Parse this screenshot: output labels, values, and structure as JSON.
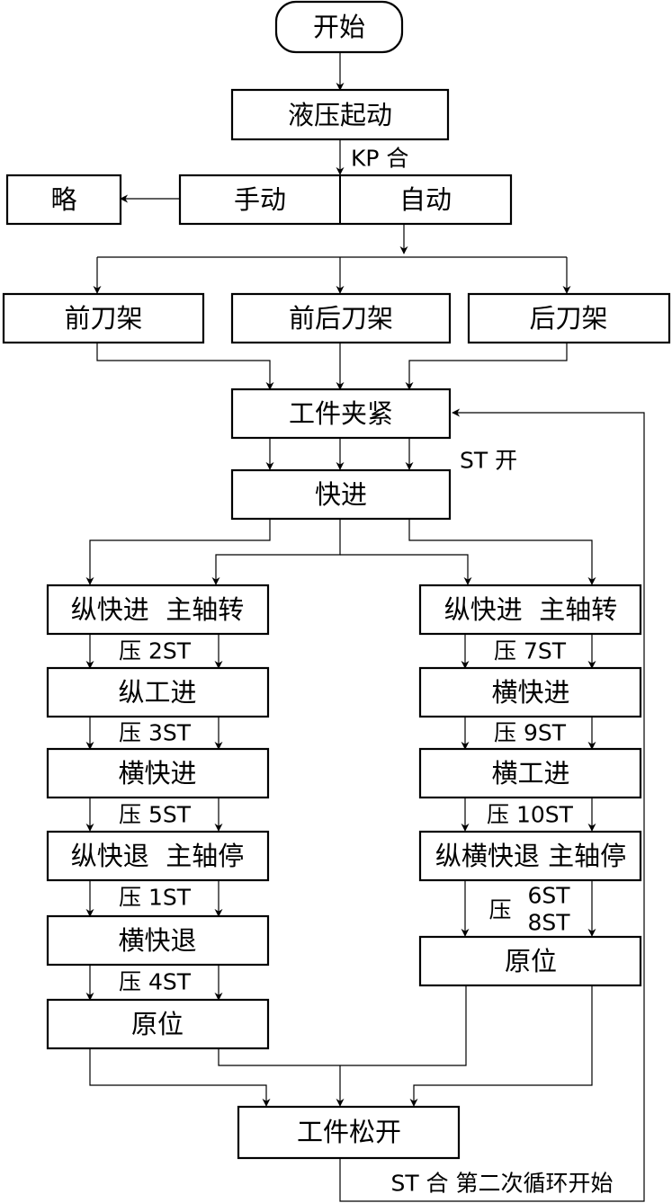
{
  "nodes": {
    "start": "开始",
    "hydraulic_start": "液压起动",
    "omitted": "略",
    "manual": "手动",
    "auto": "自动",
    "front_tool_rest": "前刀架",
    "front_rear_tool_rest": "前后刀架",
    "rear_tool_rest": "后刀架",
    "clamp": "工件夹紧",
    "rapid_advance": "快进",
    "left_step1": "纵快进  主轴转",
    "left_step2": "纵工进",
    "left_step3": "横快进",
    "left_step4": "纵快退  主轴停",
    "left_step5": "横快退",
    "left_home": "原位",
    "right_step1": "纵快进  主轴转",
    "right_step2": "横快进",
    "right_step3": "横工进",
    "right_step4": "纵横快退 主轴停",
    "right_home": "原位",
    "release": "工件松开"
  },
  "conditions": {
    "kp_closed": "KP 合",
    "st_open": "ST 开",
    "press_2st": "压 2ST",
    "press_3st": "压 3ST",
    "press_5st": "压 5ST",
    "press_1st": "压 1ST",
    "press_4st": "压 4ST",
    "press_7st": "压 7ST",
    "press_9st": "压 9ST",
    "press_10st": "压 10ST",
    "press_label": "压",
    "st_6": "6ST",
    "st_8": "8ST",
    "second_cycle": "ST 合 第二次循环开始"
  }
}
